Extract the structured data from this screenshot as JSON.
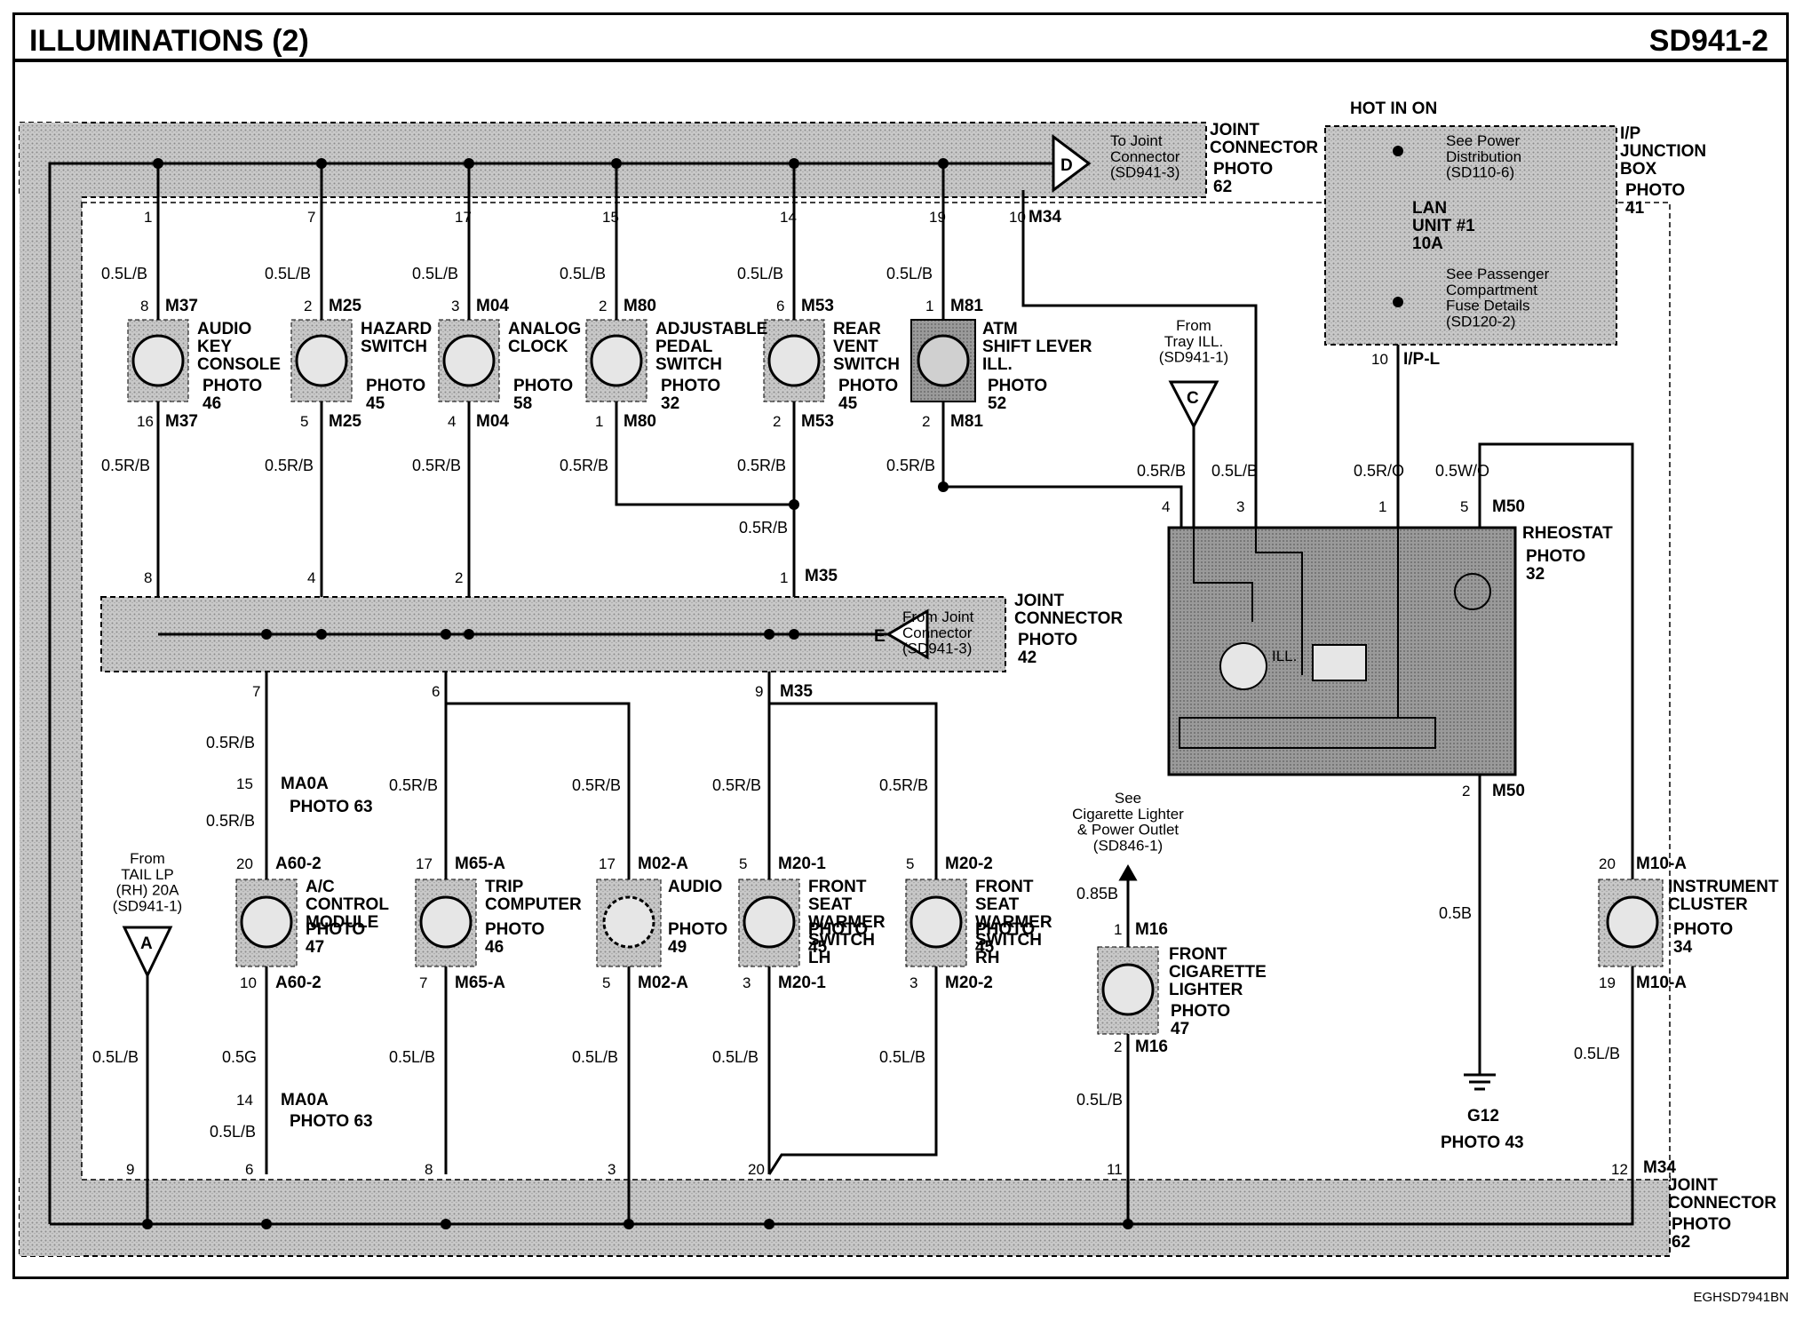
{
  "header": {
    "title": "ILLUMINATIONS (2)",
    "code": "SD941-2"
  },
  "footer": {
    "code": "EGHSD7941BN"
  },
  "top_joint": {
    "title": "JOINT\nCONNECTOR",
    "photo": "PHOTO\n62",
    "ref_letter": "D",
    "ref_text": "To Joint\nConnector\n(SD941-3)",
    "pins": [
      "1",
      "7",
      "17",
      "15",
      "14",
      "19",
      "10"
    ],
    "m34": "M34"
  },
  "ip_box": {
    "hot": "HOT IN ON",
    "title": "I/P\nJUNCTION\nBOX",
    "photo": "PHOTO\n41",
    "see1": "See Power\nDistribution\n(SD110-6)",
    "fuse": "LAN\nUNIT #1\n10A",
    "see2": "See Passenger\nCompartment\nFuse Details\n(SD120-2)",
    "pin": "10",
    "conn": "I/P-L"
  },
  "components_top": [
    {
      "name": "AUDIO\nKEY\nCONSOLE",
      "photo": "PHOTO\n46",
      "conn": "M37",
      "pin_in": "8",
      "pin_out": "16",
      "wire_in": "0.5L/B",
      "wire_out": "0.5R/B"
    },
    {
      "name": "HAZARD\nSWITCH",
      "photo": "PHOTO\n45",
      "conn": "M25",
      "pin_in": "2",
      "pin_out": "5",
      "wire_in": "0.5L/B",
      "wire_out": "0.5R/B"
    },
    {
      "name": "ANALOG\nCLOCK",
      "photo": "PHOTO\n58",
      "conn": "M04",
      "pin_in": "3",
      "pin_out": "4",
      "wire_in": "0.5L/B",
      "wire_out": "0.5R/B"
    },
    {
      "name": "ADJUSTABLE\nPEDAL\nSWITCH",
      "photo": "PHOTO\n32",
      "conn": "M80",
      "pin_in": "2",
      "pin_out": "1",
      "wire_in": "0.5L/B",
      "wire_out": "0.5R/B"
    },
    {
      "name": "REAR\nVENT\nSWITCH",
      "photo": "PHOTO\n45",
      "conn": "M53",
      "pin_in": "6",
      "pin_out": "2",
      "wire_in": "0.5L/B",
      "wire_out": "0.5R/B"
    },
    {
      "name": "ATM\nSHIFT LEVER\nILL.",
      "photo": "PHOTO\n52",
      "conn": "M81",
      "pin_in": "1",
      "pin_out": "2",
      "wire_in": "0.5L/B",
      "wire_out": "0.5R/B"
    }
  ],
  "mid_joint": {
    "title": "JOINT\nCONNECTOR",
    "photo": "PHOTO\n42",
    "ref_letter": "E",
    "ref_text": "From Joint\nConnector\n(SD941-3)",
    "pins_top": [
      "8",
      "4",
      "2",
      "1"
    ],
    "m35": "M35",
    "pins_bottom": [
      "7",
      "6",
      "9"
    ],
    "m35b": "M35",
    "wire_m35": "0.5R/B"
  },
  "tray": {
    "text": "From\nTray ILL.\n(SD941-1)",
    "letter": "C"
  },
  "rheostat": {
    "title": "RHEOSTAT",
    "photo": "PHOTO\n32",
    "ill": "ILL.",
    "pins": [
      "4",
      "3",
      "1",
      "5"
    ],
    "conn": "M50",
    "pin_out": "2",
    "conn_out": "M50",
    "wires": [
      "0.5R/B",
      "0.5L/B",
      "0.5R/O",
      "0.5W/O"
    ],
    "wire_ground": "0.5B"
  },
  "ground": {
    "name": "G12",
    "photo": "PHOTO 43"
  },
  "tail": {
    "text": "From\nTAIL LP\n(RH) 20A\n(SD941-1)",
    "letter": "A",
    "wire": "0.5L/B"
  },
  "ma0a": {
    "conn": "MA0A",
    "pin1": "15",
    "pin2": "14",
    "photo": "PHOTO 63",
    "wire_a": "0.5R/B",
    "wire_b": "0.5R/B",
    "wire_c": "0.5G",
    "wire_d": "0.5L/B"
  },
  "components_bottom": [
    {
      "name": "A/C\nCONTROL\nMODULE",
      "photo": "PHOTO\n47",
      "conn": "A60-2",
      "pin_in": "20",
      "pin_out": "10"
    },
    {
      "name": "TRIP\nCOMPUTER",
      "photo": "PHOTO\n46",
      "conn": "M65-A",
      "pin_in": "17",
      "pin_out": "7",
      "wire_in": "0.5R/B",
      "wire_out": "0.5L/B"
    },
    {
      "name": "AUDIO",
      "photo": "PHOTO\n49",
      "conn": "M02-A",
      "pin_in": "17",
      "pin_out": "5",
      "wire_in": "0.5R/B",
      "wire_out": "0.5L/B"
    },
    {
      "name": "FRONT\nSEAT\nWARMER\nSWITCH\nLH",
      "photo": "PHOTO\n45",
      "conn": "M20-1",
      "pin_in": "5",
      "pin_out": "3",
      "wire_in": "0.5R/B",
      "wire_out": "0.5L/B"
    },
    {
      "name": "FRONT\nSEAT\nWARMER\nSWITCH\nRH",
      "photo": "PHOTO\n45",
      "conn": "M20-2",
      "pin_in": "5",
      "pin_out": "3",
      "wire_in": "0.5R/B",
      "wire_out": "0.5L/B"
    }
  ],
  "lighter": {
    "see": "See\nCigarette Lighter\n& Power Outlet\n(SD846-1)",
    "wire_in": "0.85B",
    "name": "FRONT\nCIGARETTE\nLIGHTER",
    "photo": "PHOTO\n47",
    "conn": "M16",
    "pin_in": "1",
    "pin_out": "2",
    "wire_out": "0.5L/B"
  },
  "cluster": {
    "name": "INSTRUMENT\nCLUSTER",
    "photo": "PHOTO\n34",
    "conn": "M10-A",
    "pin_in": "20",
    "pin_out": "19",
    "wire": "0.5L/B"
  },
  "bottom_joint": {
    "title": "JOINT\nCONNECTOR",
    "photo": "PHOTO\n62",
    "pins": [
      "9",
      "6",
      "8",
      "3",
      "20",
      "11",
      "12"
    ],
    "m34": "M34"
  }
}
